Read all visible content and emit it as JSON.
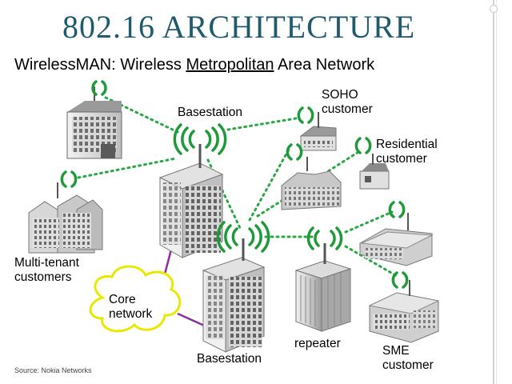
{
  "slide": {
    "title": "802.16 ARCHITECTURE",
    "subtitle_part1": "WirelessMAN: Wireless ",
    "subtitle_underlined": "Metropolitan",
    "subtitle_part2": " Area Network"
  },
  "labels": {
    "basestation_top": "Basestation",
    "soho_line1": "SOHO",
    "soho_line2": "customer",
    "residential_line1": "Residential",
    "residential_line2": "customer",
    "multitenant_line1": "Multi-tenant",
    "multitenant_line2": "customers",
    "core_line1": "Core",
    "core_line2": "network",
    "basestation_bottom": "Basestation",
    "repeater": "repeater",
    "sme_line1": "SME",
    "sme_line2": "customer"
  },
  "source": "Source: Nokia Networks",
  "colors": {
    "title": "#1f5a6e",
    "signal_green": "#1f9a3a",
    "link_dotted": "#2aa845",
    "wired_purple": "#8e2ea0",
    "core_cloud_fill": "#ffffff",
    "core_cloud_stroke": "#e8e800"
  }
}
